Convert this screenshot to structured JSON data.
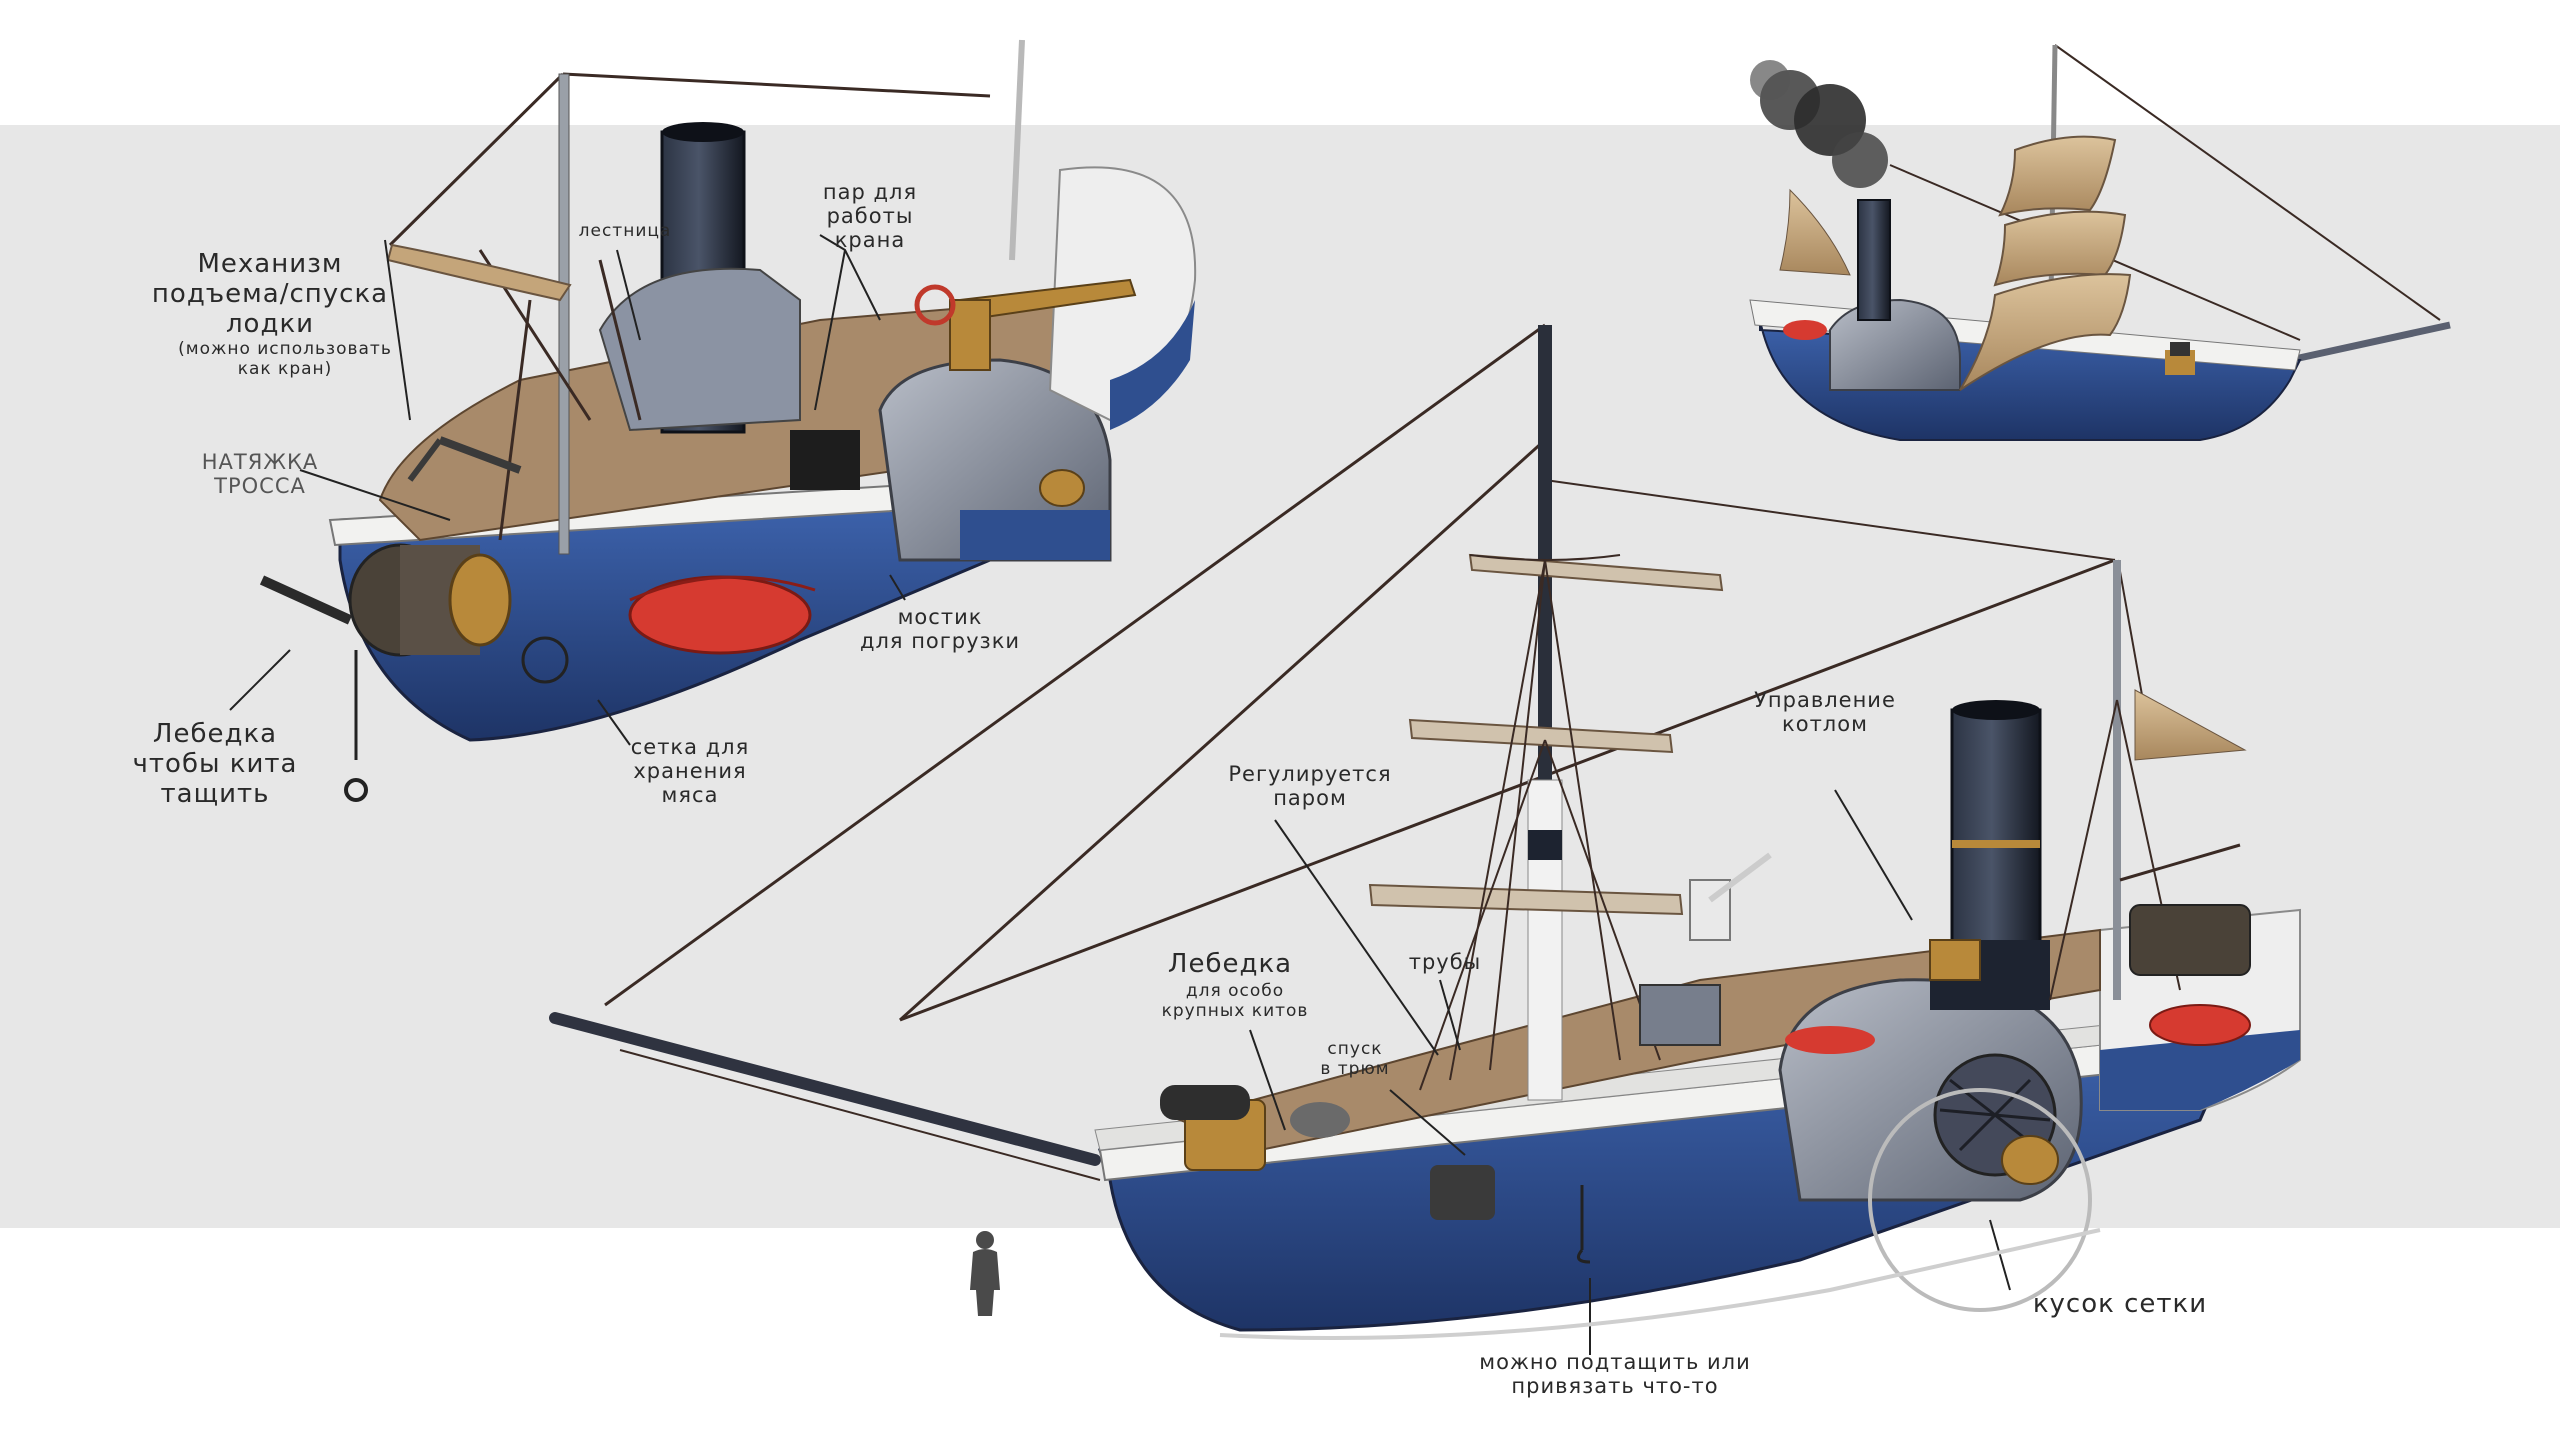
{
  "colors": {
    "background": "#ffffff",
    "band": "#e7e7e7",
    "hull_blue": "#2f4f8f",
    "deck_wood": "#a88a6a",
    "funnel": "#1d2330",
    "sail": "#c4a57a",
    "rope": "#3a2a24",
    "float_red": "#d63a30",
    "brass": "#b8893a"
  },
  "annotations": {
    "lift_mechanism": "Механизм\nподъема/спуска\nлодки",
    "lift_mechanism_note": "(можно использовать\nкак кран)",
    "ladder": "лестница",
    "steam_crane": "пар для\nработы крана",
    "cable_tension": "НАТЯЖКА\nТРОССА",
    "winch_whale": "Лебедка\nчтобы кита\nтащить",
    "meat_net": "сетка для\nхранения\nмяса",
    "loading_bridge": "мостик\nдля погрузки",
    "boiler_control": "Управление\nкотлом",
    "steam_regulated": "Регулируется\nпаром",
    "winch_large": "Лебедка",
    "winch_large_note": "для особо\nкрупных китов",
    "pipes": "трубы",
    "hold_descent": "спуск\nв трюм",
    "net_piece": "кусок сетки",
    "tow_hook": "можно подтащить или\nпривязать что-то"
  },
  "icons": [
    "human-scale-figure-icon",
    "whaling-steamship-icon"
  ]
}
